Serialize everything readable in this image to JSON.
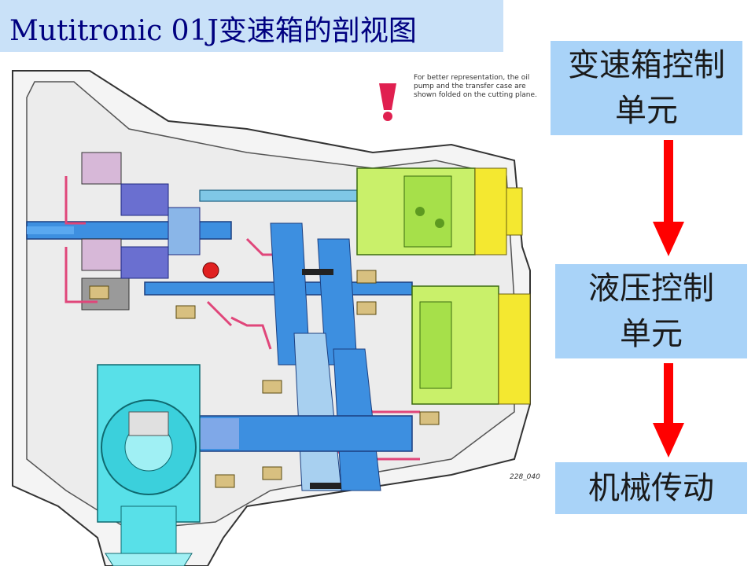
{
  "title": "Mutitronic 01J变速箱的剖视图",
  "flow": {
    "step1_line1": "变速箱控制",
    "step1_line2": "单元",
    "step2_line1": "液压控制",
    "step2_line2": "单元",
    "step3": "机械传动"
  },
  "diagram": {
    "note": "For better representation, the oil pump and the transfer case are shown folded on the cutting plane.",
    "figure_id": "228_040"
  },
  "colors": {
    "title_bg": "#c9e1f8",
    "title_text": "#000080",
    "box_bg": "#a9d3f8",
    "arrow": "#ff0000"
  }
}
